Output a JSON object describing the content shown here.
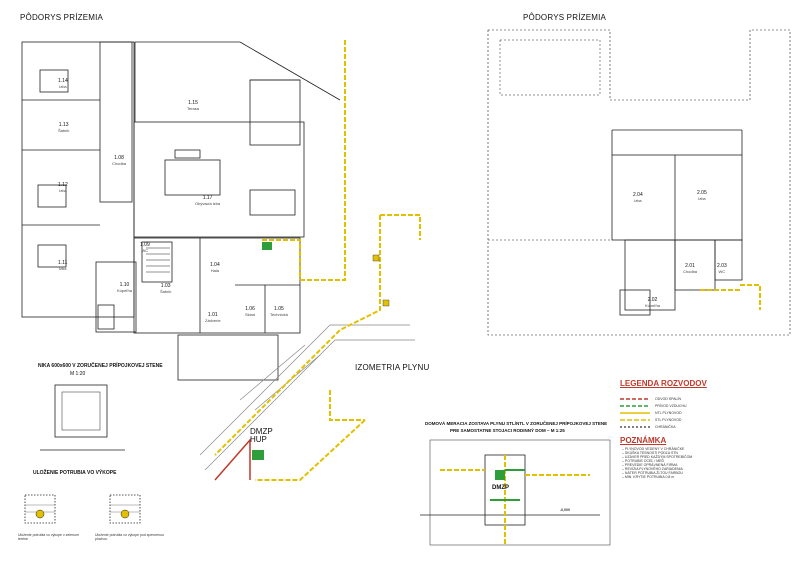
{
  "titles": {
    "left_plan": "PÔDORYS PRÍZEMIA",
    "right_plan": "PÔDORYS PRÍZEMIA",
    "isometry": "IZOMETRIA PLYNU",
    "niche": "NIKA 600x600 V ZORUČENEJ PRÍPOJKOVEJ STENE",
    "niche_scale": "M 1:20",
    "pipe_laying": "ULOŽENIE POTRUBIA VO VÝKOPE",
    "meter_assembly": "DOMOVÁ MERACIA ZOSTAVA PLYNU STL/NTL V ZORUČENEJ PRÍPOJKOVEJ STENE",
    "meter_assembly_sub": "PRE SAMOSTATNE STOJACI RODINNÝ DOM  –  M 1:25",
    "legend": "LEGENDA ROZVODOV",
    "notes": "POZNÁMKA"
  },
  "dmzp": {
    "label": "DMZP",
    "hup": "HUP"
  },
  "rooms_left": [
    {
      "num": "1.14",
      "name": "Izba"
    },
    {
      "num": "1.13",
      "name": "Šatník"
    },
    {
      "num": "1.12",
      "name": "Izba"
    },
    {
      "num": "1.11",
      "name": "Izba"
    },
    {
      "num": "1.10",
      "name": "Kúpeľňa"
    },
    {
      "num": "1.09",
      "name": "WC"
    },
    {
      "num": "1.08",
      "name": "Chodba"
    },
    {
      "num": "1.15",
      "name": "Terasa"
    },
    {
      "num": "1.17",
      "name": "Obývacia izba"
    },
    {
      "num": "1.04",
      "name": "Hala"
    },
    {
      "num": "1.03",
      "name": "Šatník"
    },
    {
      "num": "1.01",
      "name": "Zádverie"
    },
    {
      "num": "1.06",
      "name": "Sklad"
    },
    {
      "num": "1.05",
      "name": "Technická"
    }
  ],
  "rooms_right": [
    {
      "num": "2.04",
      "name": "Izba"
    },
    {
      "num": "2.05",
      "name": "Izba"
    },
    {
      "num": "2.01",
      "name": "Chodba"
    },
    {
      "num": "2.03",
      "name": "WC"
    },
    {
      "num": "2.02",
      "name": "Kúpeľňa"
    }
  ],
  "legend_items": [
    "ODVOD SPALÍN",
    "PRÍVOD VZDUCHU",
    "NTL PLYNOVOD",
    "STL PLYNOVOD",
    "CHRÁNIČKA"
  ],
  "notes_lines": [
    "– PLYNOVOD VEDENÝ V CHRÁNIČKE",
    "– SKÚŠKA TESNOSTI PODĽA STN",
    "– UZÁVER PRED KAŽDÝM SPOTREBIČOM",
    "– POTRUBIE OCEĽ / MEĎ",
    "– PREVEDIE OPRÁVNENÁ FIRMA",
    "– REVÍZIA PLYNOVÉHO ZARIADENIA",
    "– NÁTER POTRUBIA ŽLTOU FARBOU",
    "– MIN. KRYTIE POTRUBIA 0,8 m"
  ],
  "captions": {
    "trench_left": "Uloženie potrubia vo výkope v zelenom teréne",
    "trench_right": "Uloženie potrubia vo výkope pod spevnenou plochou",
    "level": "-0,000"
  },
  "colors": {
    "gas": "#e2c000",
    "pipe_green": "#2e9e3a",
    "pipe_red": "#c0392b",
    "legend_title": "#c0392b"
  }
}
